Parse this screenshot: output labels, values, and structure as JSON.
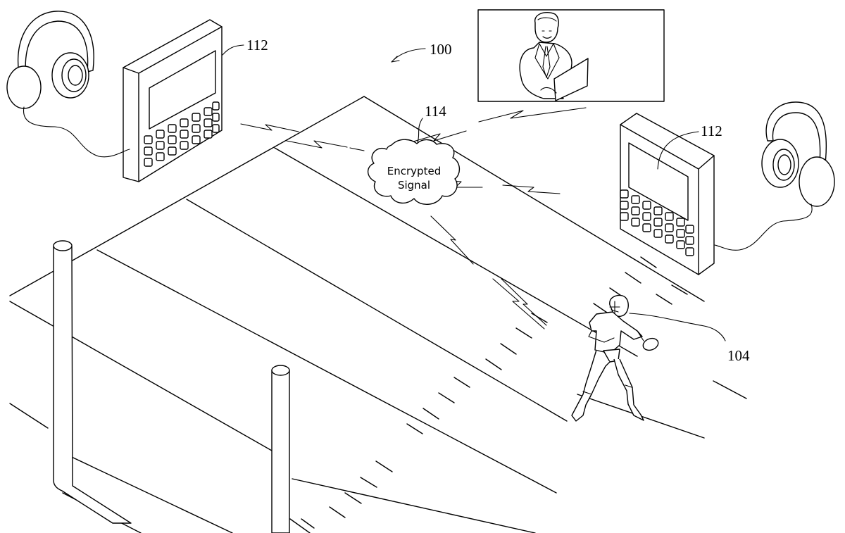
{
  "figure": {
    "system_ref": "100",
    "cloud": {
      "ref": "114",
      "line1": "Encrypted",
      "line2": "Signal"
    },
    "devices": [
      {
        "name": "left-device",
        "ref": "112"
      },
      {
        "name": "right-device",
        "ref": "112"
      }
    ],
    "player": {
      "ref": "104"
    },
    "colors": {
      "line": "#000000",
      "background": "#ffffff"
    }
  }
}
